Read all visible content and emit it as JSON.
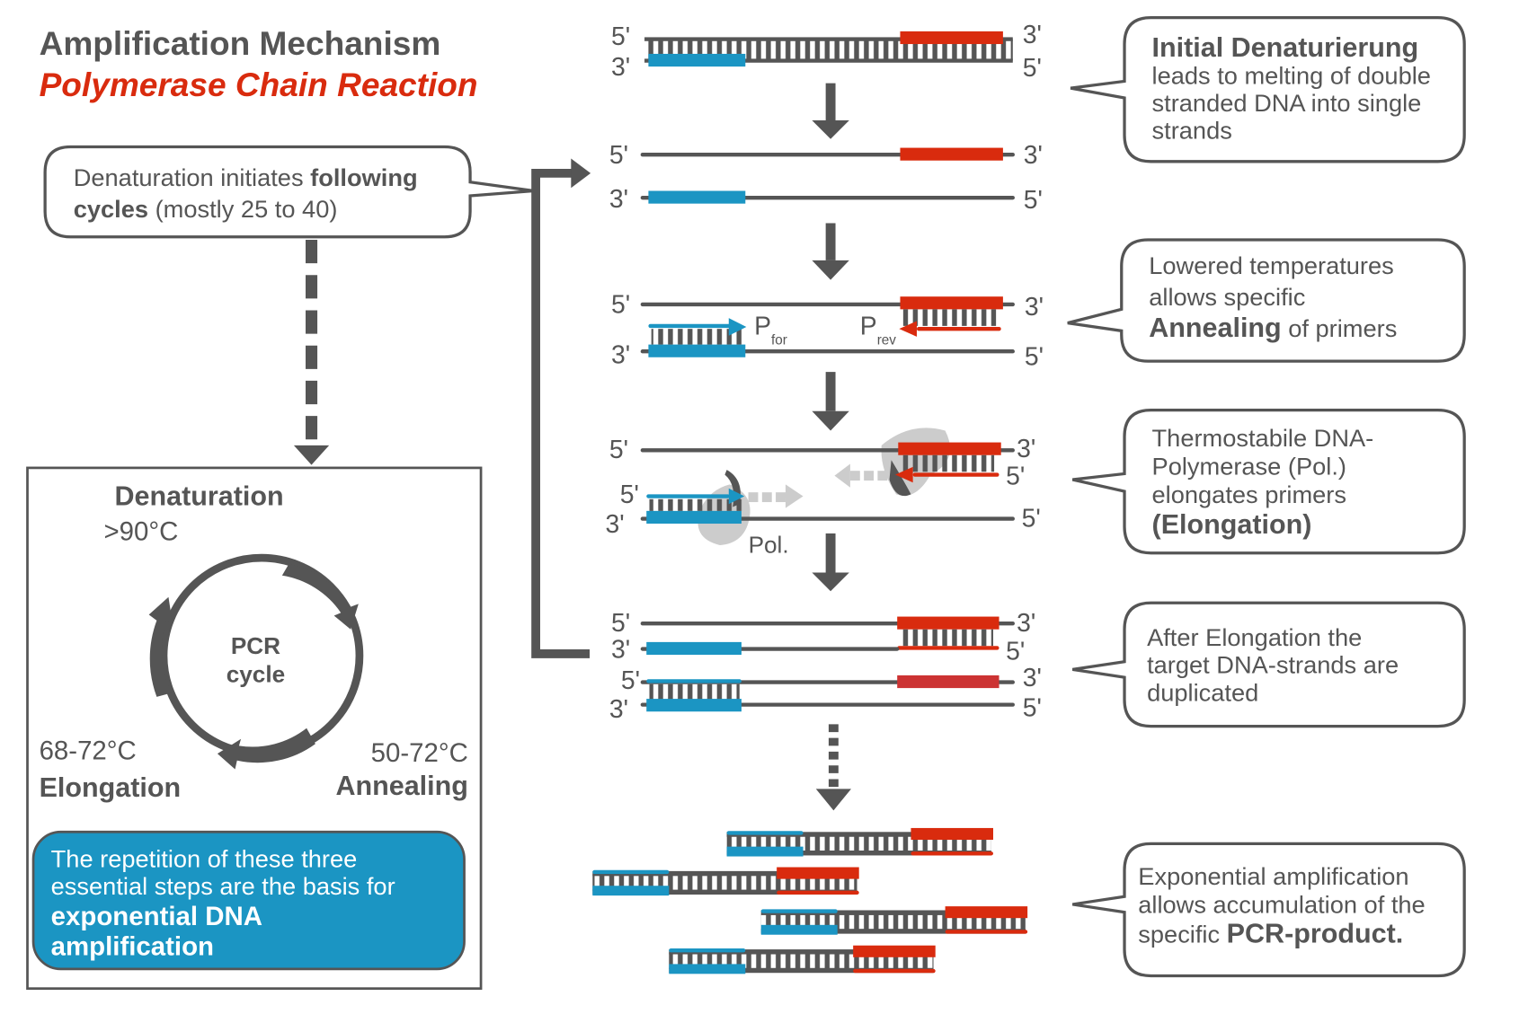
{
  "colors": {
    "gray": "#555555",
    "red": "#d92b0e",
    "blue": "#1b95c3",
    "light_gray": "#cccccc",
    "box_blue": "#1b95c3",
    "dup_red": "#cc3333"
  },
  "title": {
    "line1": "Amplification Mechanism",
    "line2": "Polymerase Chain Reaction"
  },
  "cycle_note": {
    "normal1": "Denaturation initiates ",
    "bold1": "following",
    "bold2": "cycles",
    "normal2": " (mostly 25 to 40)"
  },
  "cycle": {
    "center1": "PCR",
    "center2": "cycle",
    "denaturation": "Denaturation",
    "denaturation_temp": ">90°C",
    "elongation": "Elongation",
    "elongation_temp": "68-72°C",
    "annealing": "Annealing",
    "annealing_temp": "50-72°C"
  },
  "summary": {
    "line1": "The repetition of these three",
    "line2": "essential steps are the basis for",
    "bold1": "exponential DNA",
    "bold2": "amplification"
  },
  "ends": {
    "five": "5'",
    "three": "3'"
  },
  "primers": {
    "p": "P",
    "for": "for",
    "rev": "rev",
    "pol": "Pol."
  },
  "callouts": [
    {
      "bold": "Initial Denaturierung",
      "lines": [
        "leads to melting of double",
        "stranded DNA into single",
        "strands"
      ]
    },
    {
      "lines": [
        "Lowered temperatures",
        "allows specific"
      ],
      "bold": "Annealing",
      "tail": " of primers"
    },
    {
      "lines": [
        "Thermostabile DNA-",
        "Polymerase (Pol.)",
        "elongates primers"
      ],
      "pre": "(",
      "bold": "Elongation",
      "post": ")"
    },
    {
      "lines": [
        "After Elongation the",
        "target DNA-strands are",
        "duplicated"
      ]
    },
    {
      "lines": [
        "Exponential amplification",
        "allows accumulation of the"
      ],
      "pre": "specific ",
      "bold": "PCR-product."
    }
  ],
  "steps": [
    "denaturation-initial",
    "denaturation",
    "annealing",
    "elongation",
    "duplicated",
    "amplification"
  ]
}
